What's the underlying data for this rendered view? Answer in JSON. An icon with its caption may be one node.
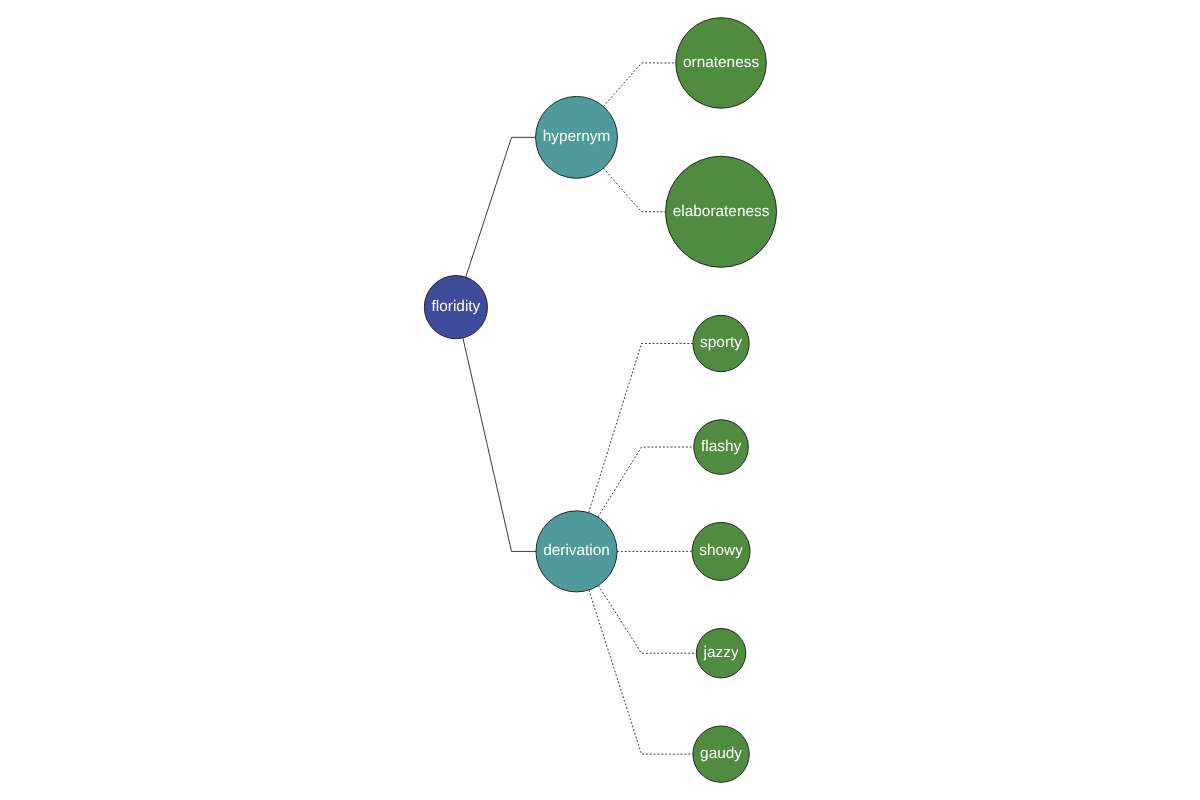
{
  "diagram": {
    "nodes": [
      {
        "text": [
          "flashy"
        ]
      },
      {
        "text": [
          "sporty"
        ]
      },
      {
        "text": [
          "showy"
        ]
      },
      {
        "text": [
          "derivation"
        ]
      },
      {
        "text": [
          "jazzy"
        ]
      },
      {
        "text": [
          "ornateness"
        ]
      },
      {
        "text": [
          "floridity"
        ]
      },
      {
        "text": [
          "gaudy"
        ]
      },
      {
        "text": [
          "hypernym"
        ]
      },
      {
        "text": [
          "elaborateness"
        ]
      }
    ],
    "edges": [
      {
        "from": 6,
        "to": 8,
        "arrow": "none"
      },
      {
        "from": 6,
        "to": 3,
        "arrow": "none"
      },
      {
        "from": 8,
        "to": 5,
        "arrow": "none",
        "style": "dashed"
      },
      {
        "from": 8,
        "to": 9,
        "arrow": "none",
        "style": "dashed"
      },
      {
        "from": 3,
        "to": 1,
        "arrow": "none",
        "style": "dashed"
      },
      {
        "from": 3,
        "to": 0,
        "arrow": "none",
        "style": "dashed"
      },
      {
        "from": 3,
        "to": 2,
        "arrow": "none",
        "style": "dashed"
      },
      {
        "from": 3,
        "to": 4,
        "arrow": "none",
        "style": "dashed"
      },
      {
        "from": 3,
        "to": 7,
        "arrow": "none",
        "style": "dashed"
      }
    ]
  }
}
